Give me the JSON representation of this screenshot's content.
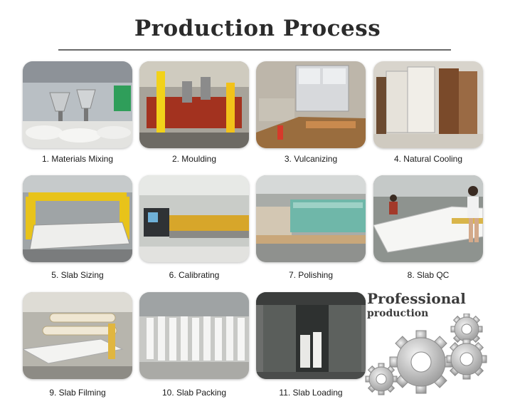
{
  "page": {
    "title": "Production Process"
  },
  "steps": [
    {
      "label": "1. Materials Mixing",
      "icon": "materials-mixing-photo"
    },
    {
      "label": "2. Moulding",
      "icon": "moulding-photo"
    },
    {
      "label": "3. Vulcanizing",
      "icon": "vulcanizing-photo"
    },
    {
      "label": "4. Natural Cooling",
      "icon": "natural-cooling-photo"
    },
    {
      "label": "5. Slab Sizing",
      "icon": "slab-sizing-photo"
    },
    {
      "label": "6. Calibrating",
      "icon": "calibrating-photo"
    },
    {
      "label": "7. Polishing",
      "icon": "polishing-photo"
    },
    {
      "label": "8. Slab QC",
      "icon": "slab-qc-photo"
    },
    {
      "label": "9. Slab Filming",
      "icon": "slab-filming-photo"
    },
    {
      "label": "10. Slab Packing",
      "icon": "slab-packing-photo"
    },
    {
      "label": "11. Slab Loading",
      "icon": "slab-loading-photo"
    }
  ],
  "badge": {
    "title": "Professional",
    "subtitle": "production",
    "icon": "gears-icon"
  }
}
